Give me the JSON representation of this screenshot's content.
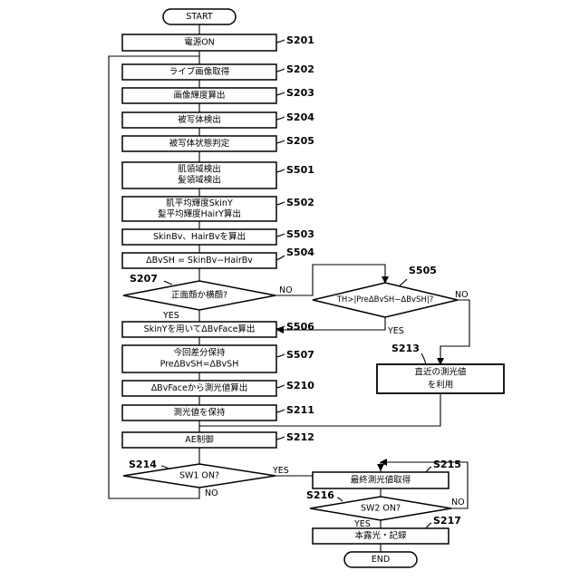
{
  "terminals": {
    "start": "START",
    "end": "END"
  },
  "steps": {
    "S201": {
      "code": "S201",
      "lines": [
        "電源ON"
      ]
    },
    "S202": {
      "code": "S202",
      "lines": [
        "ライブ画像取得"
      ]
    },
    "S203": {
      "code": "S203",
      "lines": [
        "画像輝度算出"
      ]
    },
    "S204": {
      "code": "S204",
      "lines": [
        "被写体検出"
      ]
    },
    "S205": {
      "code": "S205",
      "lines": [
        "被写体状態判定"
      ]
    },
    "S501": {
      "code": "S501",
      "lines": [
        "肌領域検出",
        "髪領域検出"
      ]
    },
    "S502": {
      "code": "S502",
      "lines": [
        "肌平均輝度SkinY",
        "髪平均輝度HairY算出"
      ]
    },
    "S503": {
      "code": "S503",
      "lines": [
        "SkinBv、HairBvを算出"
      ]
    },
    "S504": {
      "code": "S504",
      "lines": [
        "ΔBvSH = SkinBv−HairBv"
      ]
    },
    "S207": {
      "code": "S207",
      "lines": [
        "正面顔か横顔?"
      ]
    },
    "S505": {
      "code": "S505",
      "lines": [
        "TH>|PreΔBvSH−ΔBvSH|?"
      ]
    },
    "S506": {
      "code": "S506",
      "lines": [
        "SkinYを用いてΔBvFace算出"
      ]
    },
    "S507": {
      "code": "S507",
      "lines": [
        "今回差分保持",
        "PreΔBvSH=ΔBvSH"
      ]
    },
    "S213": {
      "code": "S213",
      "lines": [
        "直近の測光値",
        "を利用"
      ]
    },
    "S210": {
      "code": "S210",
      "lines": [
        "ΔBvFaceから測光値算出"
      ]
    },
    "S211": {
      "code": "S211",
      "lines": [
        "測光値を保持"
      ]
    },
    "S212": {
      "code": "S212",
      "lines": [
        "AE制御"
      ]
    },
    "S214": {
      "code": "S214",
      "lines": [
        "SW1 ON?"
      ]
    },
    "S215": {
      "code": "S215",
      "lines": [
        "最終測光値取得"
      ]
    },
    "S216": {
      "code": "S216",
      "lines": [
        "SW2 ON?"
      ]
    },
    "S217": {
      "code": "S217",
      "lines": [
        "本露光・記録"
      ]
    }
  },
  "branch_labels": {
    "S207_no": "NO",
    "S207_yes": "YES",
    "S505_no": "NO",
    "S505_yes": "YES",
    "S214_yes": "YES",
    "S214_no": "NO",
    "S216_no": "NO",
    "S216_yes": "YES"
  }
}
